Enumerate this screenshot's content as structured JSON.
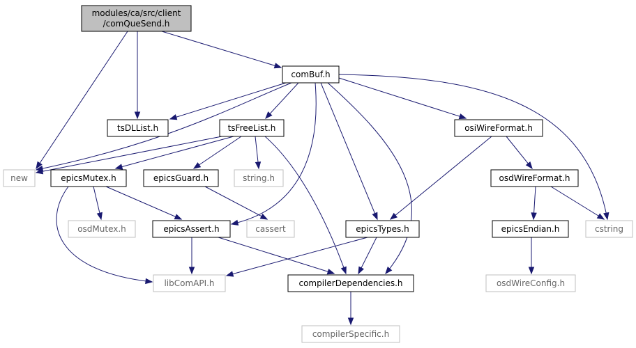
{
  "graph": {
    "colors": {
      "edge": "#191970",
      "root_fill": "#bfbfbf",
      "root_stroke": "#000000",
      "local_stroke": "#000000",
      "external_stroke": "#bfbfbf",
      "external_text": "#666666",
      "text": "#000000"
    },
    "nodes": [
      {
        "id": "root",
        "kind": "root",
        "label_lines": [
          "modules/ca/src/client",
          "/comQueSend.h"
        ]
      },
      {
        "id": "comBuf",
        "kind": "local",
        "label_lines": [
          "comBuf.h"
        ]
      },
      {
        "id": "new",
        "kind": "external",
        "label_lines": [
          "new"
        ]
      },
      {
        "id": "tsDLList",
        "kind": "local",
        "label_lines": [
          "tsDLList.h"
        ]
      },
      {
        "id": "tsFreeList",
        "kind": "local",
        "label_lines": [
          "tsFreeList.h"
        ]
      },
      {
        "id": "osiWireFormat",
        "kind": "local",
        "label_lines": [
          "osiWireFormat.h"
        ]
      },
      {
        "id": "epicsMutex",
        "kind": "local",
        "label_lines": [
          "epicsMutex.h"
        ]
      },
      {
        "id": "epicsGuard",
        "kind": "local",
        "label_lines": [
          "epicsGuard.h"
        ]
      },
      {
        "id": "string",
        "kind": "external",
        "label_lines": [
          "string.h"
        ]
      },
      {
        "id": "osdWireFormat",
        "kind": "local",
        "label_lines": [
          "osdWireFormat.h"
        ]
      },
      {
        "id": "osdMutex",
        "kind": "external",
        "label_lines": [
          "osdMutex.h"
        ]
      },
      {
        "id": "epicsAssert",
        "kind": "local",
        "label_lines": [
          "epicsAssert.h"
        ]
      },
      {
        "id": "cassert",
        "kind": "external",
        "label_lines": [
          "cassert"
        ]
      },
      {
        "id": "epicsTypes",
        "kind": "local",
        "label_lines": [
          "epicsTypes.h"
        ]
      },
      {
        "id": "epicsEndian",
        "kind": "local",
        "label_lines": [
          "epicsEndian.h"
        ]
      },
      {
        "id": "cstring",
        "kind": "external",
        "label_lines": [
          "cstring"
        ]
      },
      {
        "id": "libComAPI",
        "kind": "external",
        "label_lines": [
          "libComAPI.h"
        ]
      },
      {
        "id": "compilerDependencies",
        "kind": "local",
        "label_lines": [
          "compilerDependencies.h"
        ]
      },
      {
        "id": "osdWireConfig",
        "kind": "external",
        "label_lines": [
          "osdWireConfig.h"
        ]
      },
      {
        "id": "compilerSpecific",
        "kind": "external",
        "label_lines": [
          "compilerSpecific.h"
        ]
      }
    ],
    "edges": [
      {
        "from": "root",
        "to": "new"
      },
      {
        "from": "root",
        "to": "tsDLList"
      },
      {
        "from": "root",
        "to": "comBuf"
      },
      {
        "from": "comBuf",
        "to": "tsDLList"
      },
      {
        "from": "comBuf",
        "to": "new"
      },
      {
        "from": "comBuf",
        "to": "tsFreeList"
      },
      {
        "from": "comBuf",
        "to": "epicsAssert"
      },
      {
        "from": "comBuf",
        "to": "epicsTypes"
      },
      {
        "from": "comBuf",
        "to": "compilerDependencies"
      },
      {
        "from": "comBuf",
        "to": "osiWireFormat"
      },
      {
        "from": "comBuf",
        "to": "cstring"
      },
      {
        "from": "tsFreeList",
        "to": "new"
      },
      {
        "from": "tsFreeList",
        "to": "epicsMutex"
      },
      {
        "from": "tsFreeList",
        "to": "epicsGuard"
      },
      {
        "from": "tsFreeList",
        "to": "string"
      },
      {
        "from": "tsFreeList",
        "to": "compilerDependencies"
      },
      {
        "from": "epicsMutex",
        "to": "osdMutex"
      },
      {
        "from": "epicsMutex",
        "to": "epicsAssert"
      },
      {
        "from": "epicsMutex",
        "to": "libComAPI"
      },
      {
        "from": "epicsGuard",
        "to": "cassert"
      },
      {
        "from": "epicsAssert",
        "to": "libComAPI"
      },
      {
        "from": "epicsAssert",
        "to": "compilerDependencies"
      },
      {
        "from": "epicsTypes",
        "to": "libComAPI"
      },
      {
        "from": "epicsTypes",
        "to": "compilerDependencies"
      },
      {
        "from": "compilerDependencies",
        "to": "compilerSpecific"
      },
      {
        "from": "osiWireFormat",
        "to": "epicsTypes"
      },
      {
        "from": "osiWireFormat",
        "to": "osdWireFormat"
      },
      {
        "from": "osdWireFormat",
        "to": "epicsEndian"
      },
      {
        "from": "osdWireFormat",
        "to": "cstring"
      },
      {
        "from": "epicsEndian",
        "to": "osdWireConfig"
      }
    ]
  }
}
